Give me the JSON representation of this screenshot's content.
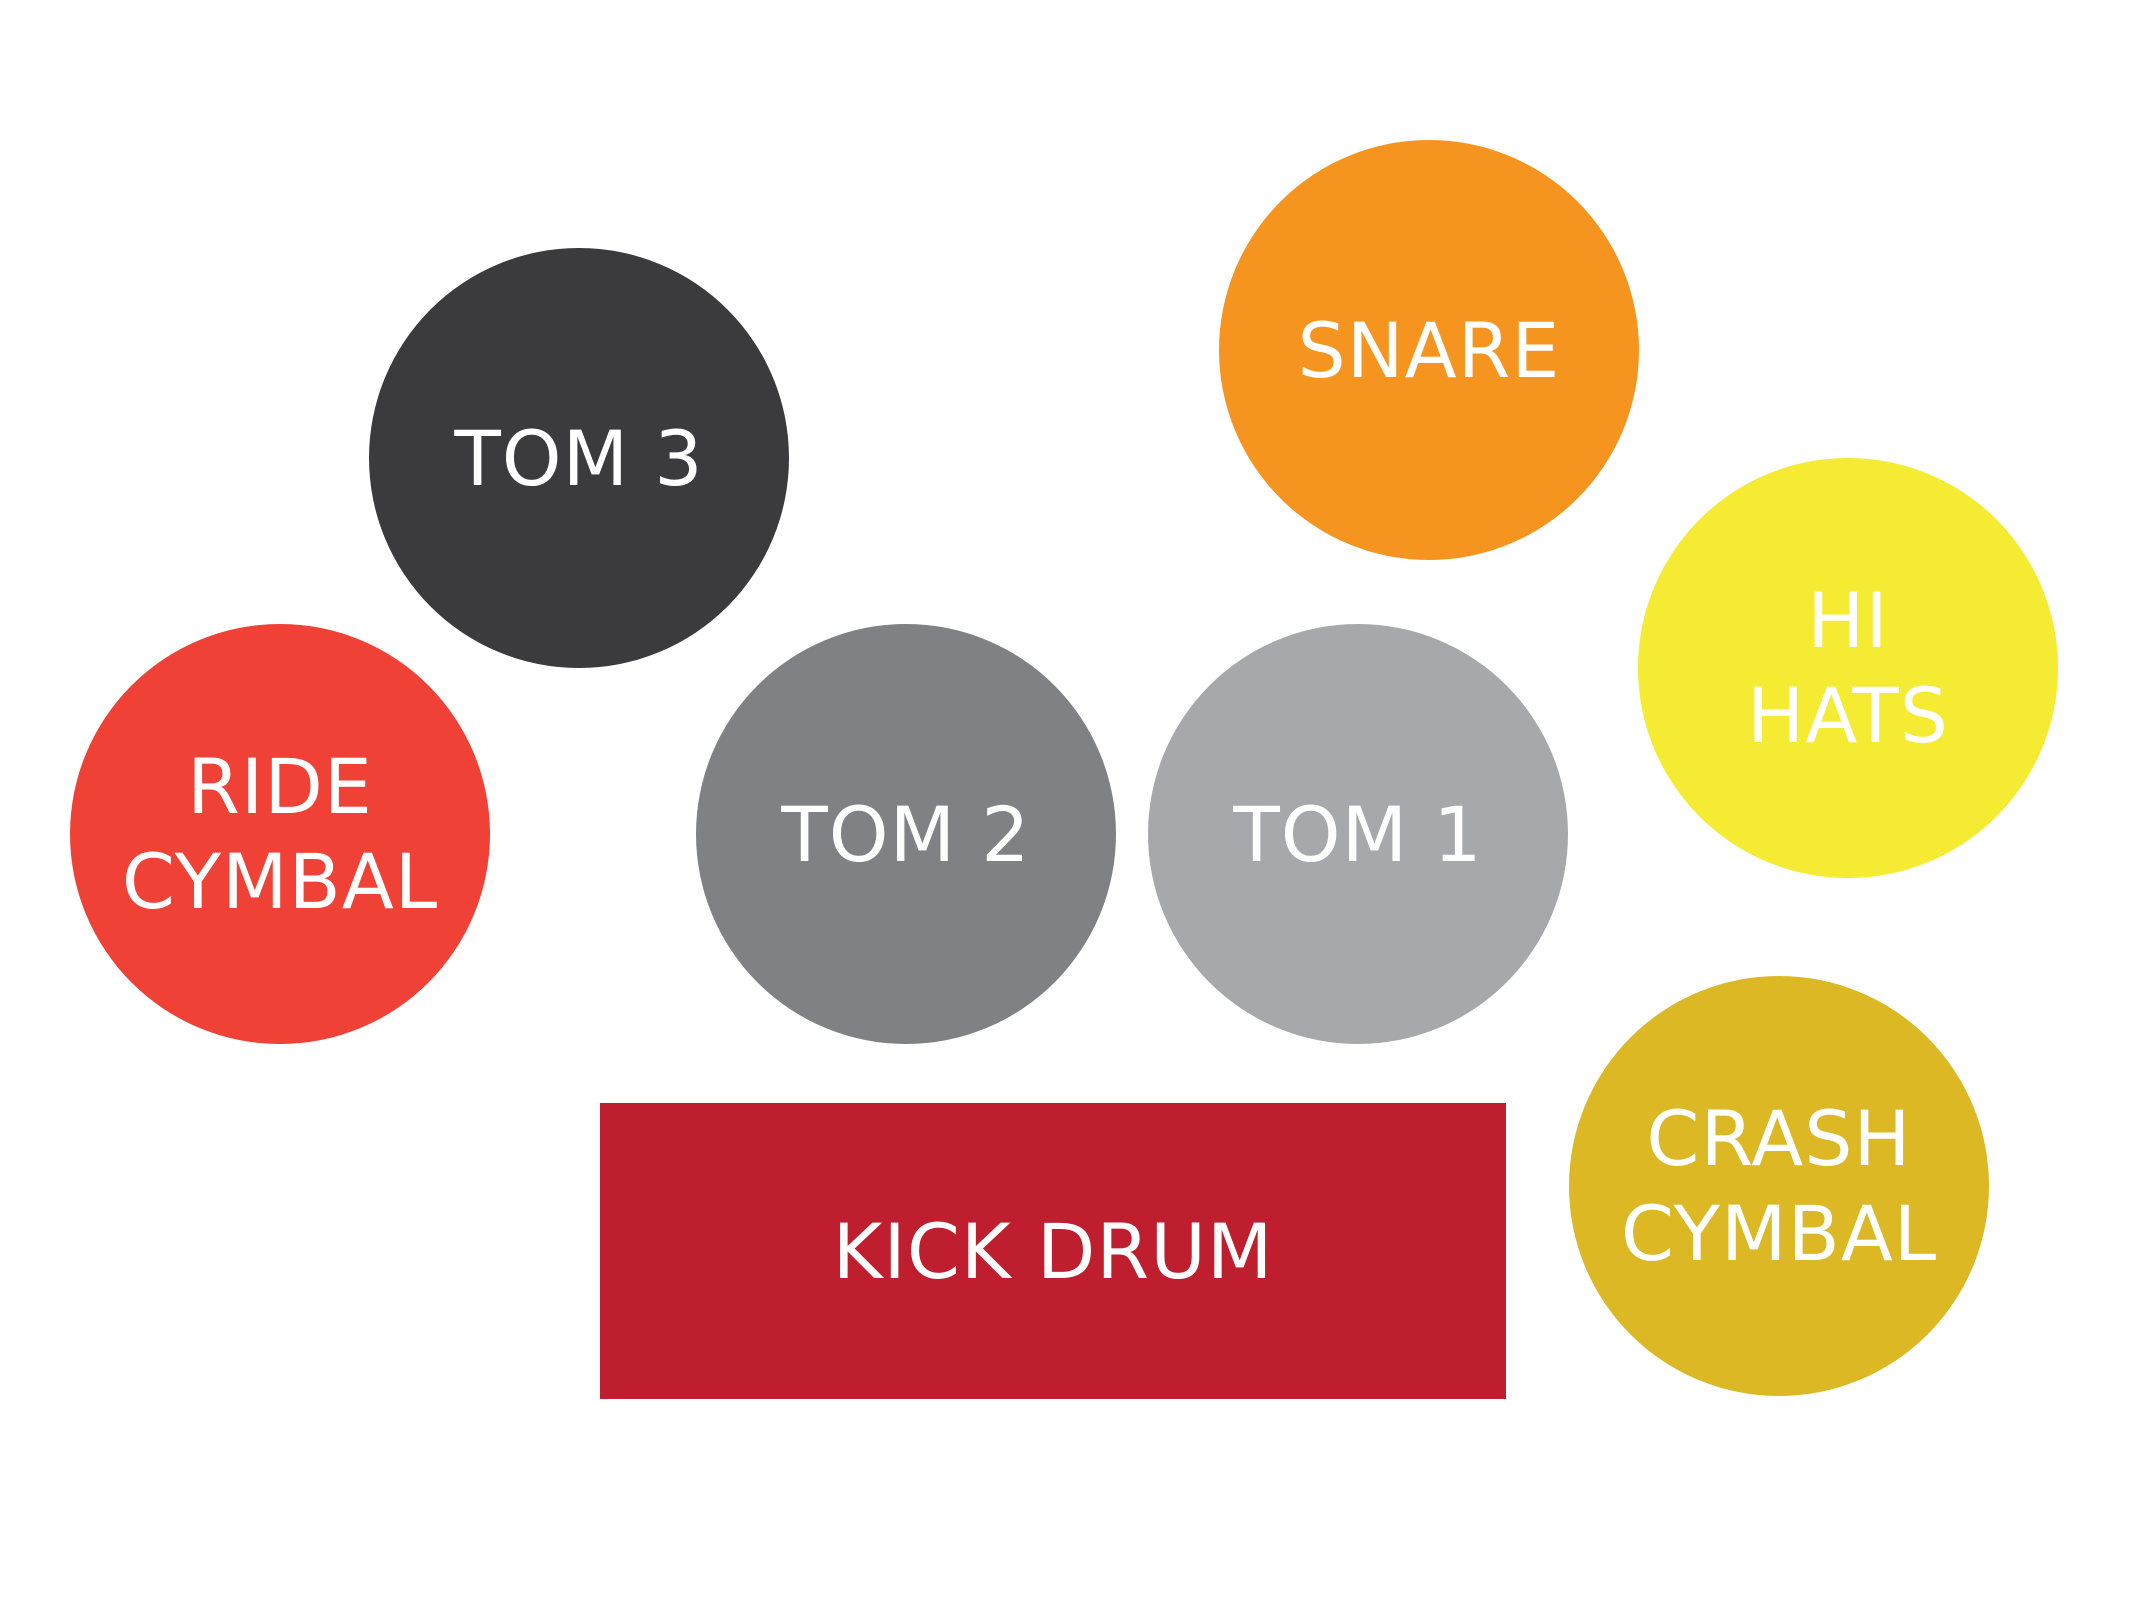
{
  "drums": {
    "snare": {
      "lines": [
        "SNARE"
      ],
      "color": "#f5951f"
    },
    "tom3": {
      "lines": [
        "TOM 3"
      ],
      "color": "#3b3b3d"
    },
    "hihats": {
      "lines": [
        "HI",
        "HATS"
      ],
      "color": "#f4eb32"
    },
    "ride": {
      "lines": [
        "RIDE",
        "CYMBAL"
      ],
      "color": "#ef4136"
    },
    "tom2": {
      "lines": [
        "TOM 2"
      ],
      "color": "#808184"
    },
    "tom1": {
      "lines": [
        "TOM 1"
      ],
      "color": "#a7a8ab"
    },
    "crash": {
      "lines": [
        "CRASH",
        "CYMBAL"
      ],
      "color": "#dbb824"
    },
    "kick": {
      "lines": [
        "KICK DRUM"
      ],
      "color": "#be1e2d"
    }
  }
}
